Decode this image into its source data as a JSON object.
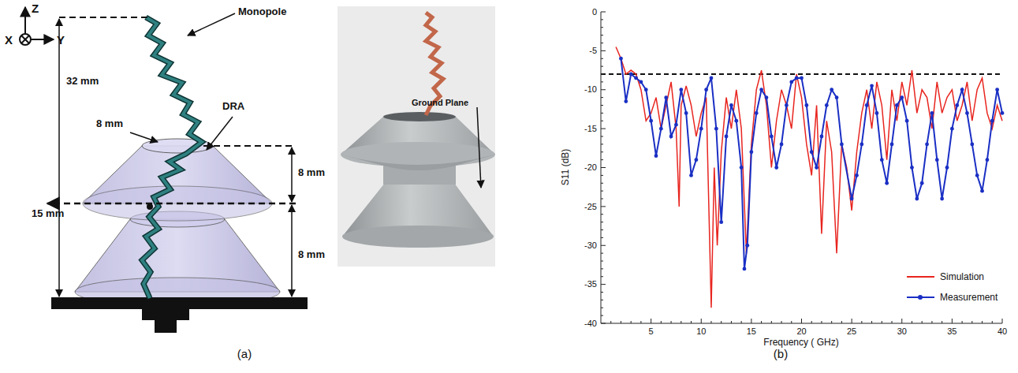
{
  "diagram": {
    "labels": [
      "Z",
      "X",
      "Y",
      "Monopole",
      "32 mm",
      "8 mm",
      "DRA",
      "8 mm",
      "15 mm",
      "8 mm",
      "Ground Plane",
      "(a)",
      "S11 (dB)",
      "Frequency ( GHz)",
      "(b)",
      "0",
      "-5",
      "-10",
      "-15",
      "-20",
      "-25",
      "-30",
      "-35",
      "-40",
      "5",
      "10",
      "15",
      "20",
      "25",
      "30",
      "35",
      "40"
    ],
    "legend": [
      {
        "text": "Simulation"
      },
      {
        "text": "Measurement"
      }
    ]
  }
}
